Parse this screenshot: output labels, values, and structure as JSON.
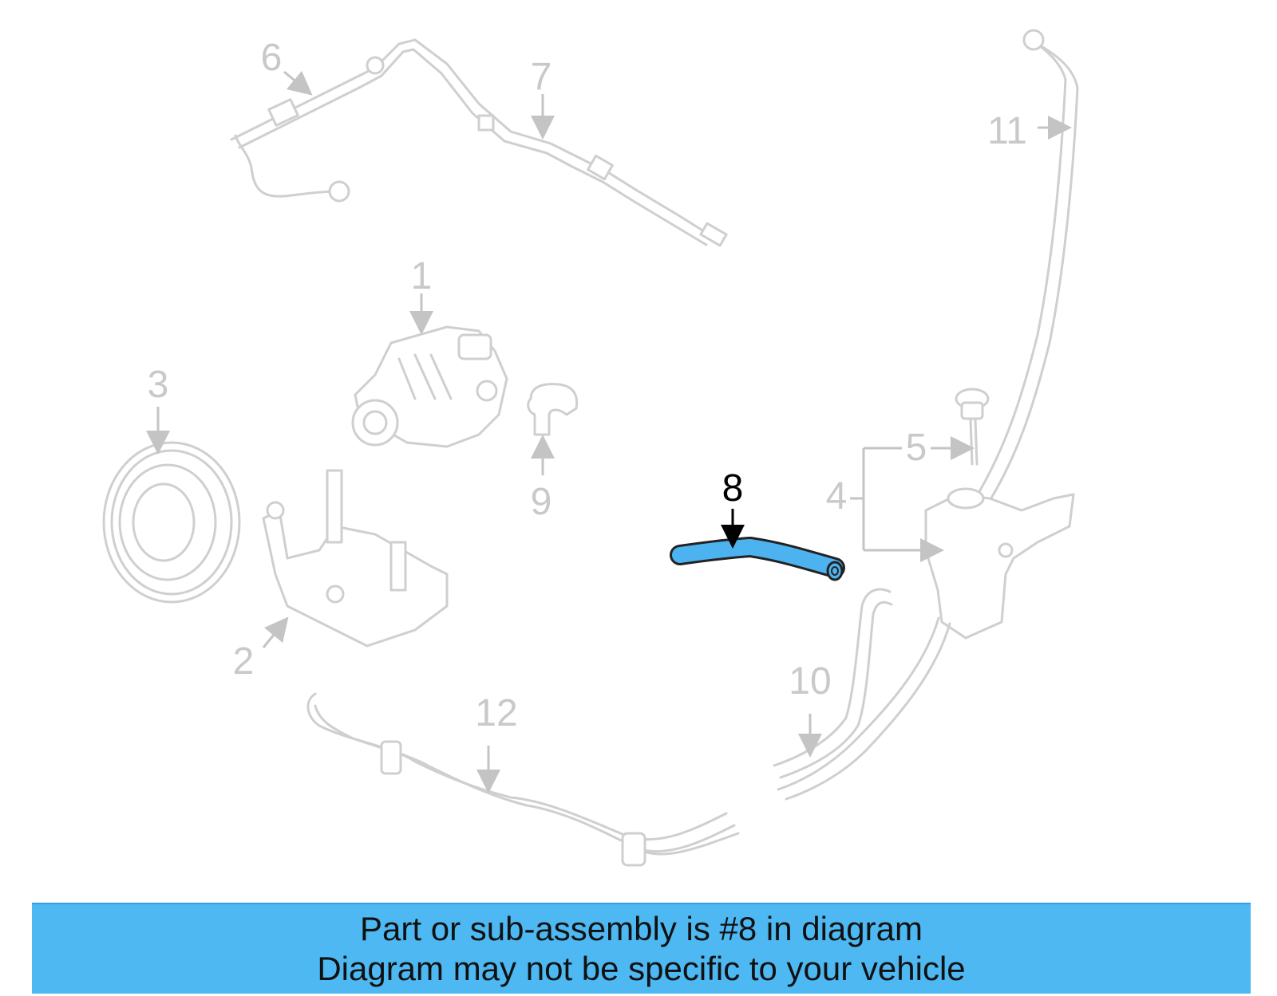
{
  "diagram": {
    "highlighted_part": "8",
    "highlight_color": "#4db3f0",
    "ghost_color": "#cfcfcf",
    "callouts": [
      "1",
      "2",
      "3",
      "4",
      "5",
      "6",
      "7",
      "8",
      "9",
      "10",
      "11",
      "12"
    ]
  },
  "banner": {
    "line1": "Part or sub-assembly is #8 in diagram",
    "line2": "Diagram may not be specific to your vehicle",
    "background": "#4db8f2"
  }
}
